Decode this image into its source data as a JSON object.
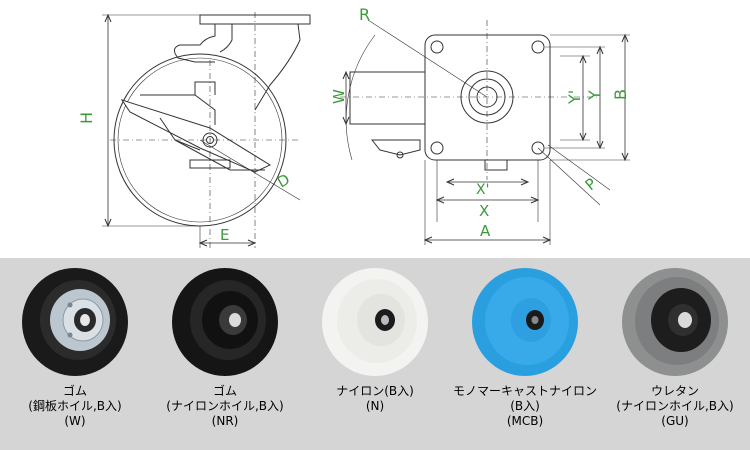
{
  "side_view": {
    "labels": {
      "height": "H",
      "diameter": "D",
      "offset": "E"
    }
  },
  "top_view": {
    "labels": {
      "radius": "R",
      "width": "W",
      "y_prime": "Y'",
      "y": "Y",
      "b": "B",
      "x_prime": "X'",
      "x": "X",
      "a": "A",
      "p": "P"
    }
  },
  "colors": {
    "dimension_label": "#3a9a3a",
    "line": "#333333",
    "panel_bg": "#d5d5d5"
  },
  "wheels": [
    {
      "lines": [
        "ゴム",
        "(鋼板ホイル,B入)",
        "(W)"
      ]
    },
    {
      "lines": [
        "ゴム",
        "(ナイロンホイル,B入)",
        "(NR)"
      ]
    },
    {
      "lines": [
        "ナイロン(B入)",
        "(N)"
      ]
    },
    {
      "lines": [
        "モノマーキャストナイロン",
        "(B入)",
        "(MCB)"
      ]
    },
    {
      "lines": [
        "ウレタン",
        "(ナイロンホイル,B入)",
        "(GU)"
      ]
    }
  ]
}
